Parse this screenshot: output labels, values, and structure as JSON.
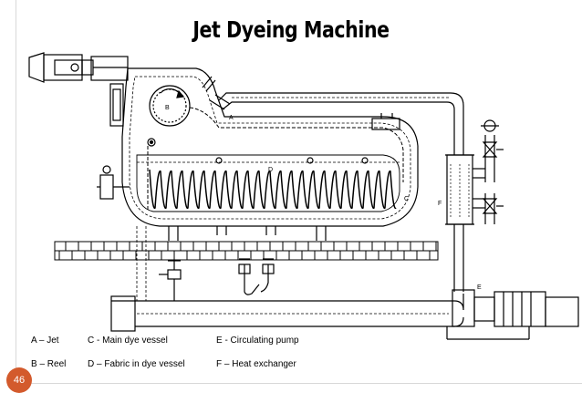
{
  "title": "Jet Dyeing Machine",
  "labels": {
    "a": "A",
    "b": "B",
    "c": "C",
    "d": "D",
    "e": "E",
    "f": "F"
  },
  "legend": {
    "a": "A – Jet",
    "b": "B – Reel",
    "c": "C - Main dye vessel",
    "d": "D – Fabric in dye vessel",
    "e": "E - Circulating pump",
    "f": "F – Heat exchanger"
  },
  "slide_number": "46",
  "colors": {
    "line": "#000000",
    "badge": "#d35a2c",
    "frame": "#d8d8d8"
  }
}
